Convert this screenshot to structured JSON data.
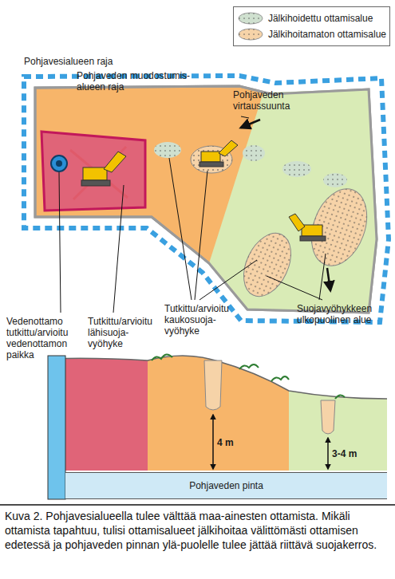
{
  "diagram": {
    "caption": "Kuva 2. Pohjavesialueella tulee välttää maa-ainesten ottamista. Mikäli ottamista tapahtuu, tulisi ottamisalueet jälkihoitaa välittömästi ottamisen edetessä ja pohjaveden pinnan ylä-puolelle tulee jättää riittävä suojakerros.",
    "nodes": [
      {
        "text": [
          "Pohjaveden pinta"
        ]
      }
    ],
    "labels": [
      "Pohjavesialueen raja",
      "Pohjaveden muodostumis-alueen raja",
      "Pohjaveden virtaussuunta",
      "Vedenottamo tutkittu/arvioitu vedenottamon paikka",
      "Tutkittu/arvioitu lähisuoja-vyöhyke",
      "Tutkittu/arvioitu kaukosuoja-vyöhyke",
      "Suojavyöhykkeen ulkopuolinen alue",
      "4 m",
      "3-4 m"
    ],
    "legend": [
      {
        "text": "Jälkihoidettu ottamisalue",
        "color": "#cfe0cf"
      },
      {
        "text": "Jälkihoitamaton ottamisalue",
        "color": "#f6d3a8"
      }
    ]
  }
}
